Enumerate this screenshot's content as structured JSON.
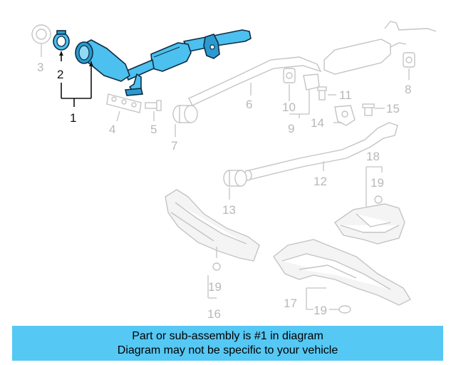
{
  "callouts": {
    "c1": "1",
    "c2": "2",
    "c3": "3",
    "c4": "4",
    "c5": "5",
    "c6": "6",
    "c7": "7",
    "c8": "8",
    "c9": "9",
    "c10": "10",
    "c11": "11",
    "c12": "12",
    "c13": "13",
    "c14": "14",
    "c15": "15",
    "c16": "16",
    "c17": "17",
    "c18": "18",
    "c19a": "19",
    "c19b": "19",
    "c19c": "19"
  },
  "highlighted_parts": [
    "1",
    "2"
  ],
  "colors": {
    "highlight": "#4cc0ee",
    "banner": "#56c8f4",
    "ghost": "#c4c4c4"
  },
  "banner": {
    "line1": "Part or sub-assembly is #1 in diagram",
    "line2": "Diagram may not be specific to your vehicle"
  }
}
